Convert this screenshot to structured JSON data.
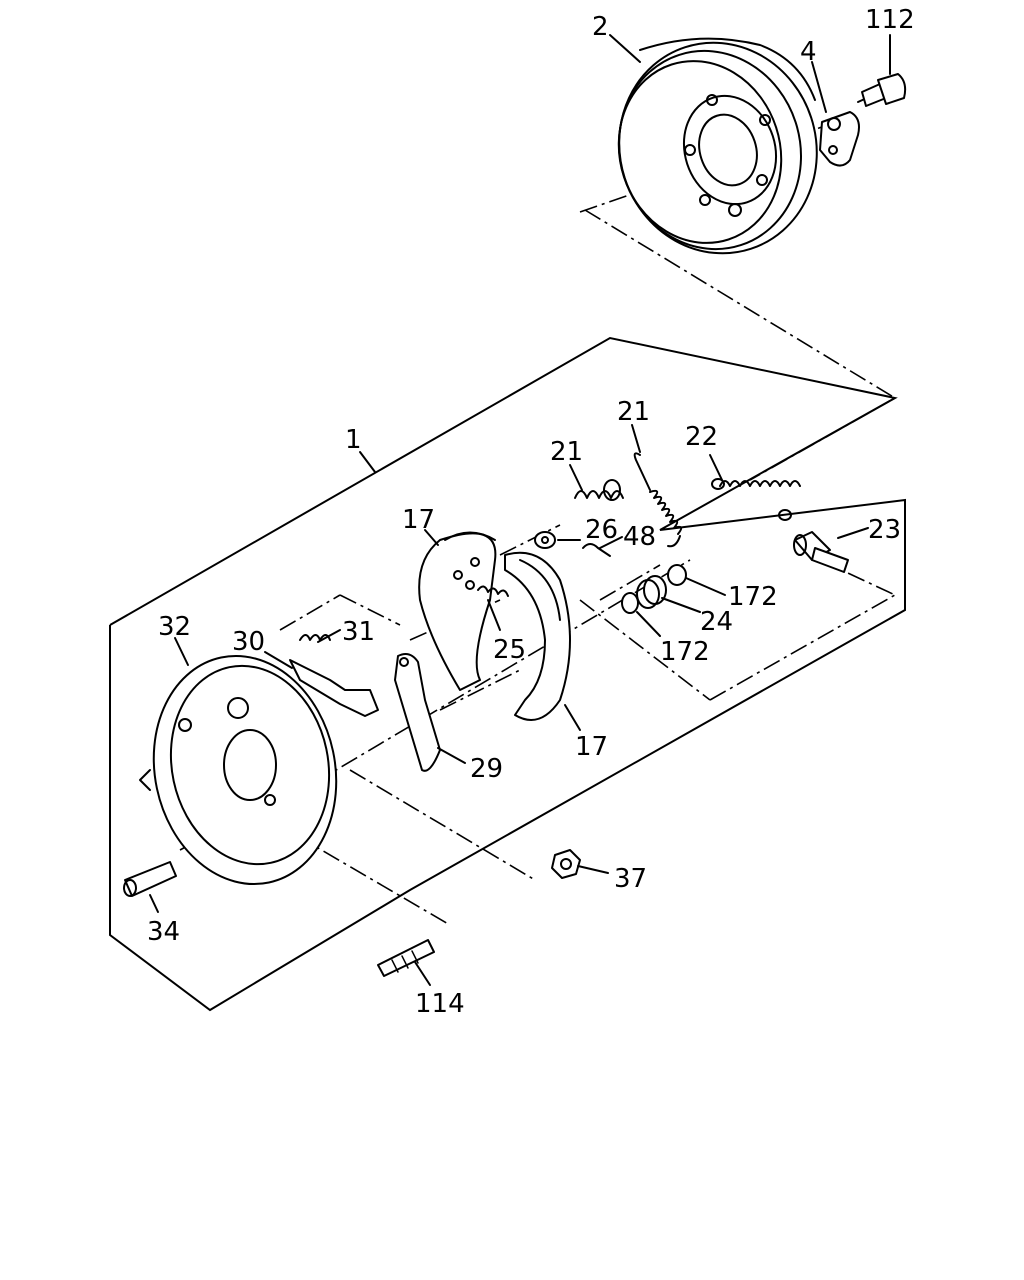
{
  "callouts": {
    "c2": "2",
    "c4": "4",
    "c112": "112",
    "c1": "1",
    "c21a": "21",
    "c21b": "21",
    "c22": "22",
    "c17a": "17",
    "c26": "26",
    "c48": "48",
    "c23": "23",
    "c172a": "172",
    "c24": "24",
    "c172b": "172",
    "c32": "32",
    "c30": "30",
    "c31": "31",
    "c25": "25",
    "c17b": "17",
    "c29": "29",
    "c37": "37",
    "c34": "34",
    "c114": "114"
  }
}
